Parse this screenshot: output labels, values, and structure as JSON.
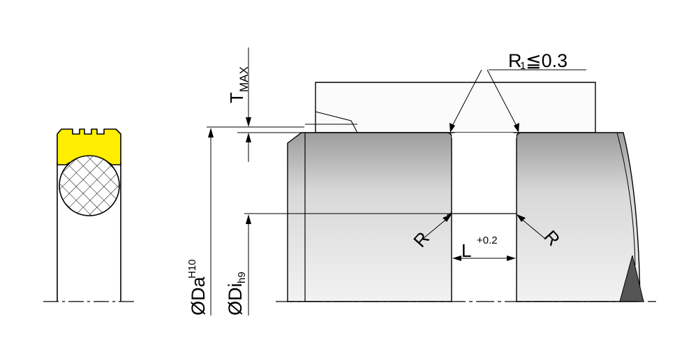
{
  "labels": {
    "t_max_main": "T",
    "t_max_sub": "MAX",
    "r1_main": "R",
    "r1_sub": "1",
    "r1_rest": "≦0.3",
    "r_left": "R",
    "r_right": "R",
    "l_main": "L",
    "l_tol": "+0.2",
    "da_main": "ØDa",
    "da_tol": "H10",
    "di_main": "ØDi",
    "di_tol": "h9"
  },
  "colors": {
    "seal_yellow": "#ffee00",
    "line": "#000000",
    "gray_dark": "#9a9a9a",
    "gray_light": "#e6e6e6",
    "wedge": "#555555"
  }
}
